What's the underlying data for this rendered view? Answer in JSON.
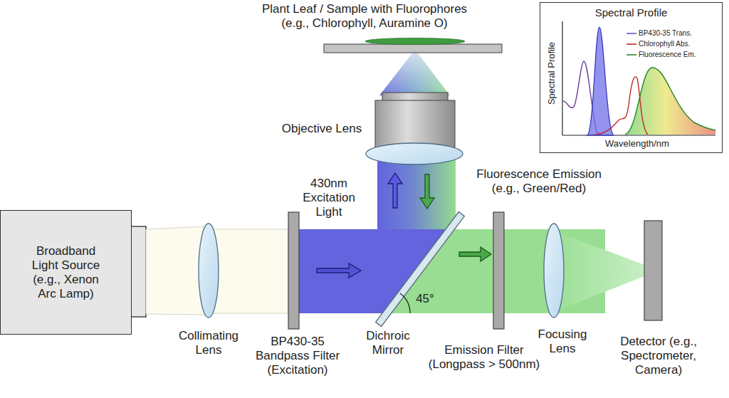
{
  "diagram": {
    "nodes": [
      {
        "text": [
          "Plant Leaf / Sample with Fluorophores (e.g., Chlorophyll, Auramine O)"
        ]
      },
      {
        "text": [
          "Spectral Profile"
        ]
      },
      {
        "text": [
          "Objective Lens"
        ]
      },
      {
        "text": [
          "Broadband Light Source (e.g., Xenon Arc Lamp)"
        ]
      },
      {
        "text": [
          "Collimating Lens"
        ]
      },
      {
        "text": [
          "BP430-35 Bandpass Filter (Excitation)"
        ]
      },
      {
        "text": [
          "Dichroic Mirror"
        ]
      },
      {
        "text": [
          "Emission Filter (Longpass > 500nm)"
        ]
      },
      {
        "text": [
          "Focusing Lens"
        ]
      },
      {
        "text": [
          "Detector (e.g., Spectrometer, Camera)"
        ]
      }
    ],
    "labels": [
      "430nm Excitation Light",
      "Fluorescence Emission (e.g., Green/Red)",
      "45°",
      "Spectral Profile",
      "Wavelength/nm"
    ],
    "legend": [
      {
        "text": "BP430-35 Trans."
      },
      {
        "text": "Chlorophyll Abs."
      },
      {
        "text": "Fluorescence Em."
      }
    ]
  }
}
